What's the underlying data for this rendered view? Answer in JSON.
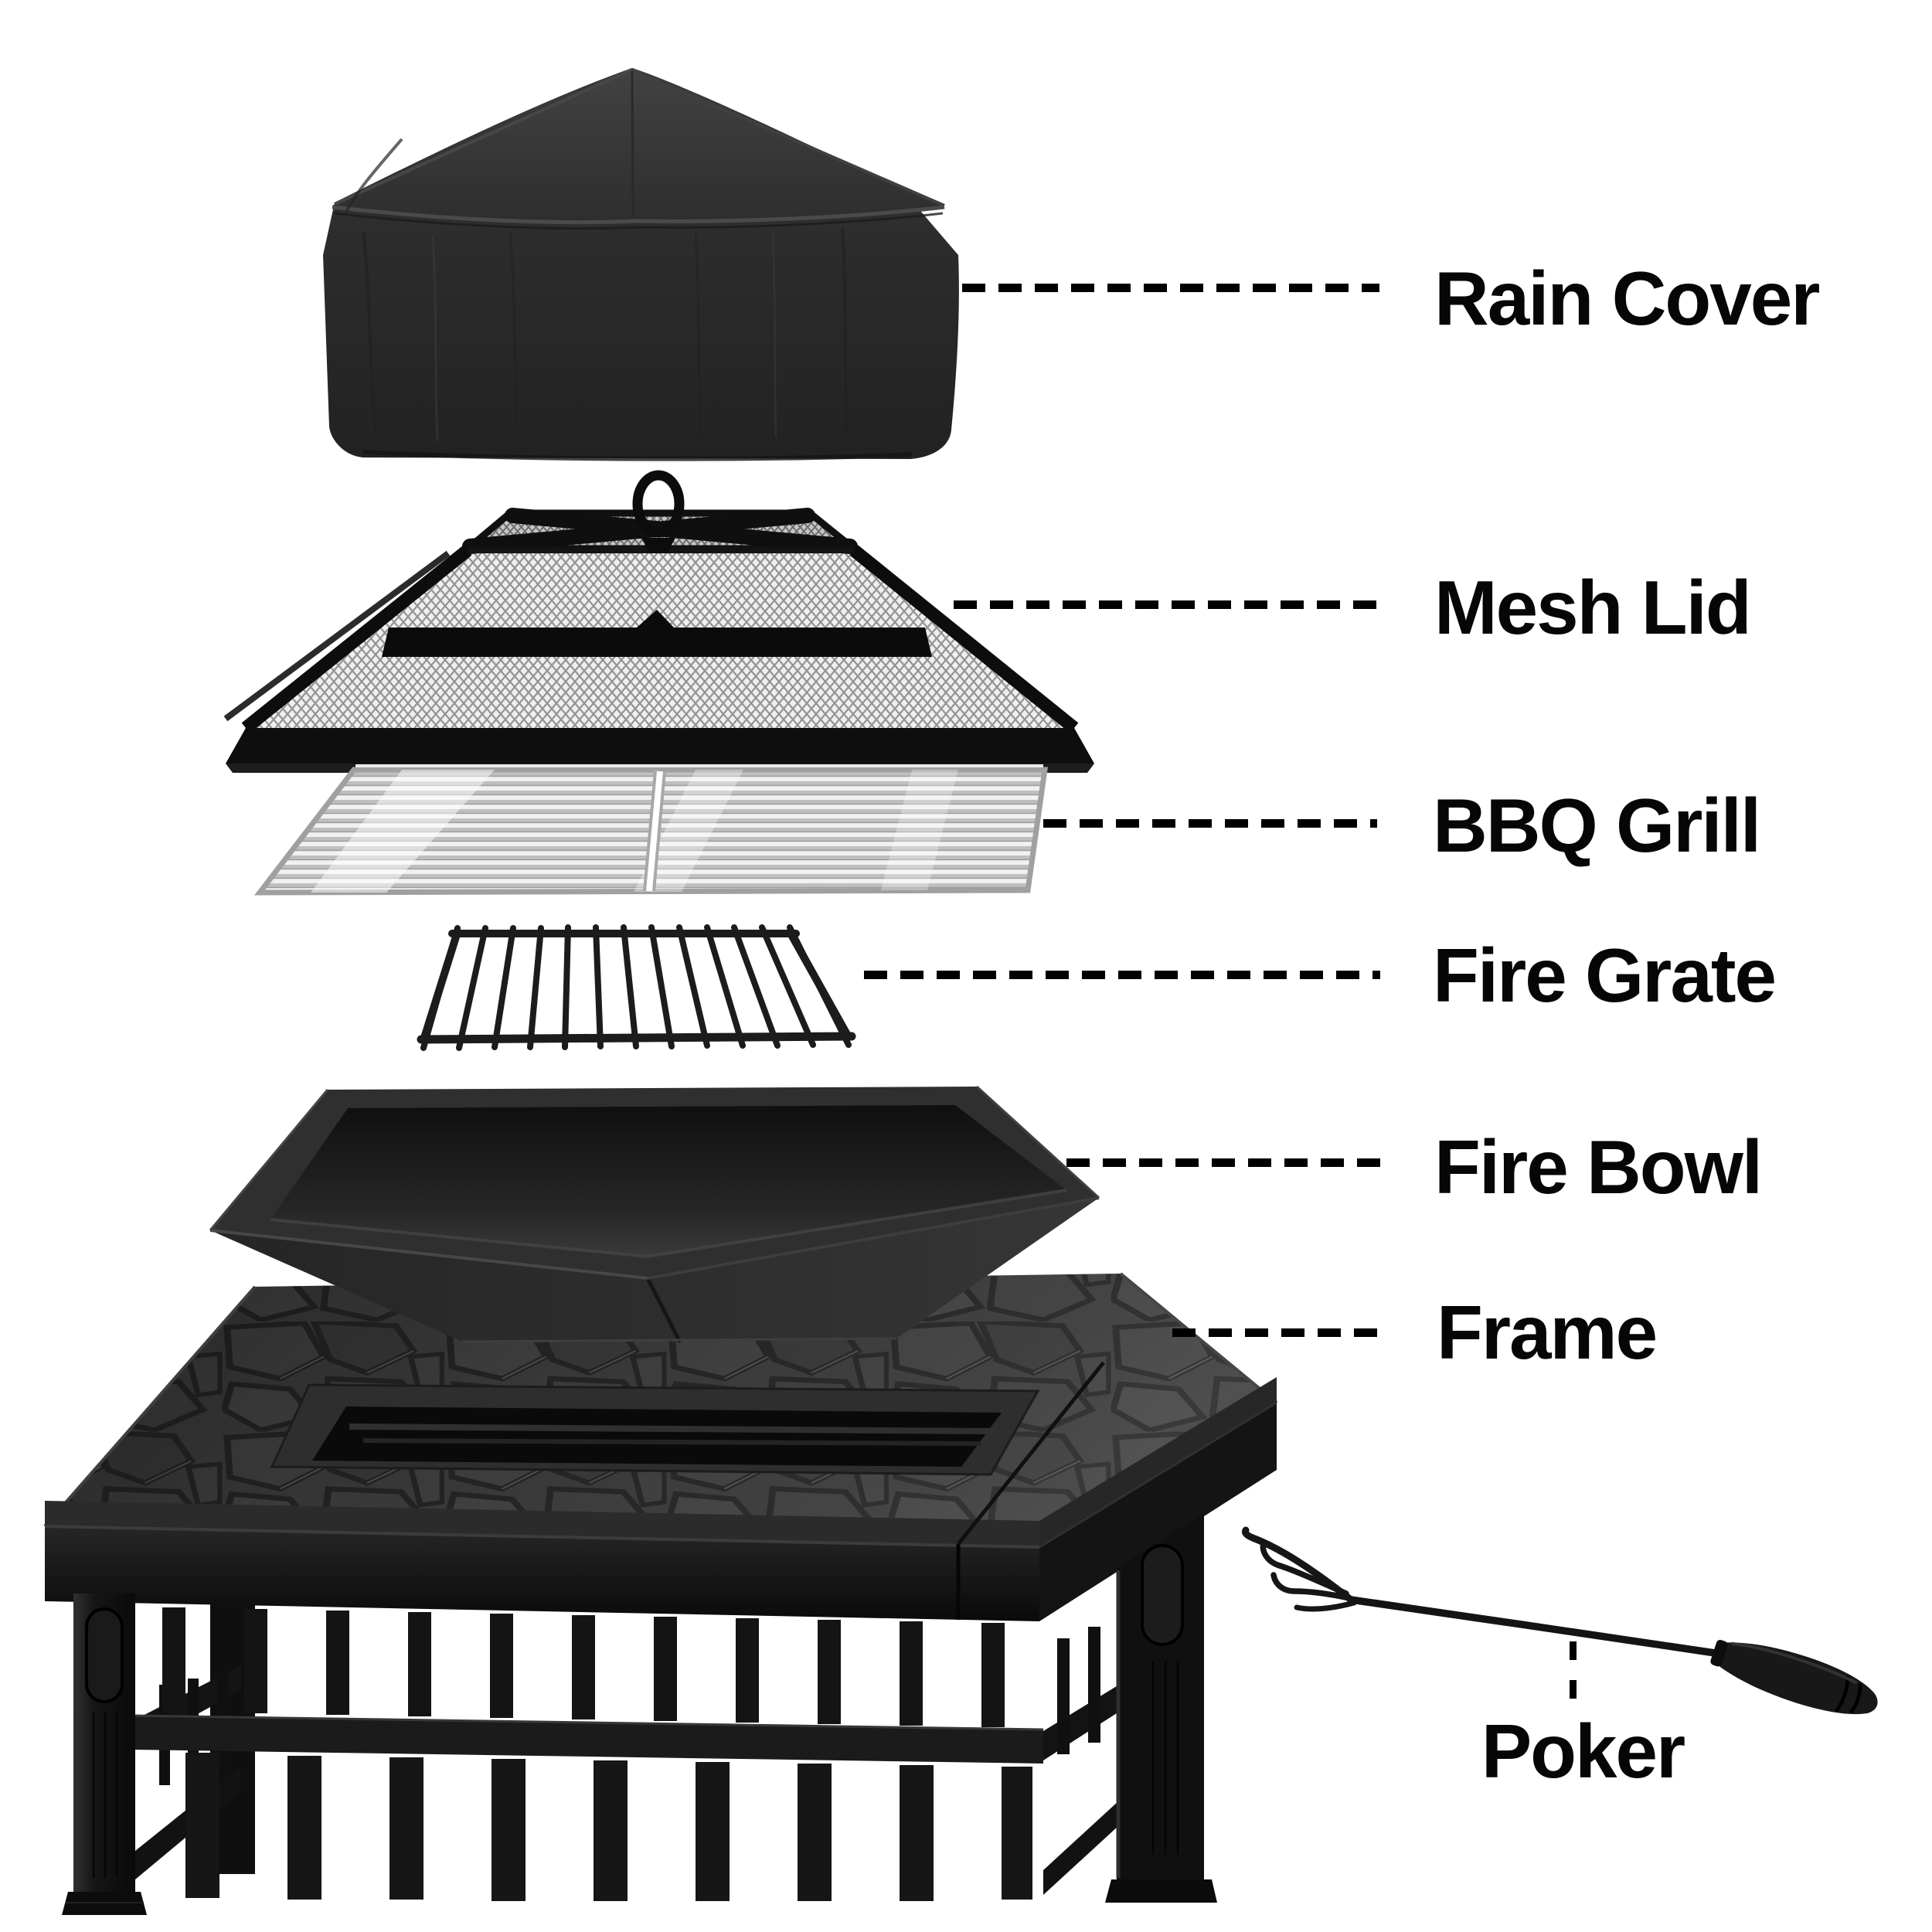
{
  "diagram": {
    "kind": "fire-pit exploded parts diagram",
    "background": "#ffffff",
    "parts": [
      {
        "id": "rain_cover",
        "label": "Rain Cover"
      },
      {
        "id": "mesh_lid",
        "label": "Mesh Lid"
      },
      {
        "id": "bbq_grill",
        "label": "BBQ Grill"
      },
      {
        "id": "fire_grate",
        "label": "Fire Grate"
      },
      {
        "id": "fire_bowl",
        "label": "Fire Bowl"
      },
      {
        "id": "frame",
        "label": "Frame"
      },
      {
        "id": "poker",
        "label": "Poker"
      }
    ],
    "colors": {
      "label_text": "#060606",
      "connector": "#000000",
      "product_black": "#1a1a1a",
      "cover_fabric": "#2e2e2e",
      "grill_chrome": "#d9d9d9",
      "table_top_pattern": "#3a3a3a",
      "background": "#ffffff"
    },
    "connector_style": "dashed"
  }
}
